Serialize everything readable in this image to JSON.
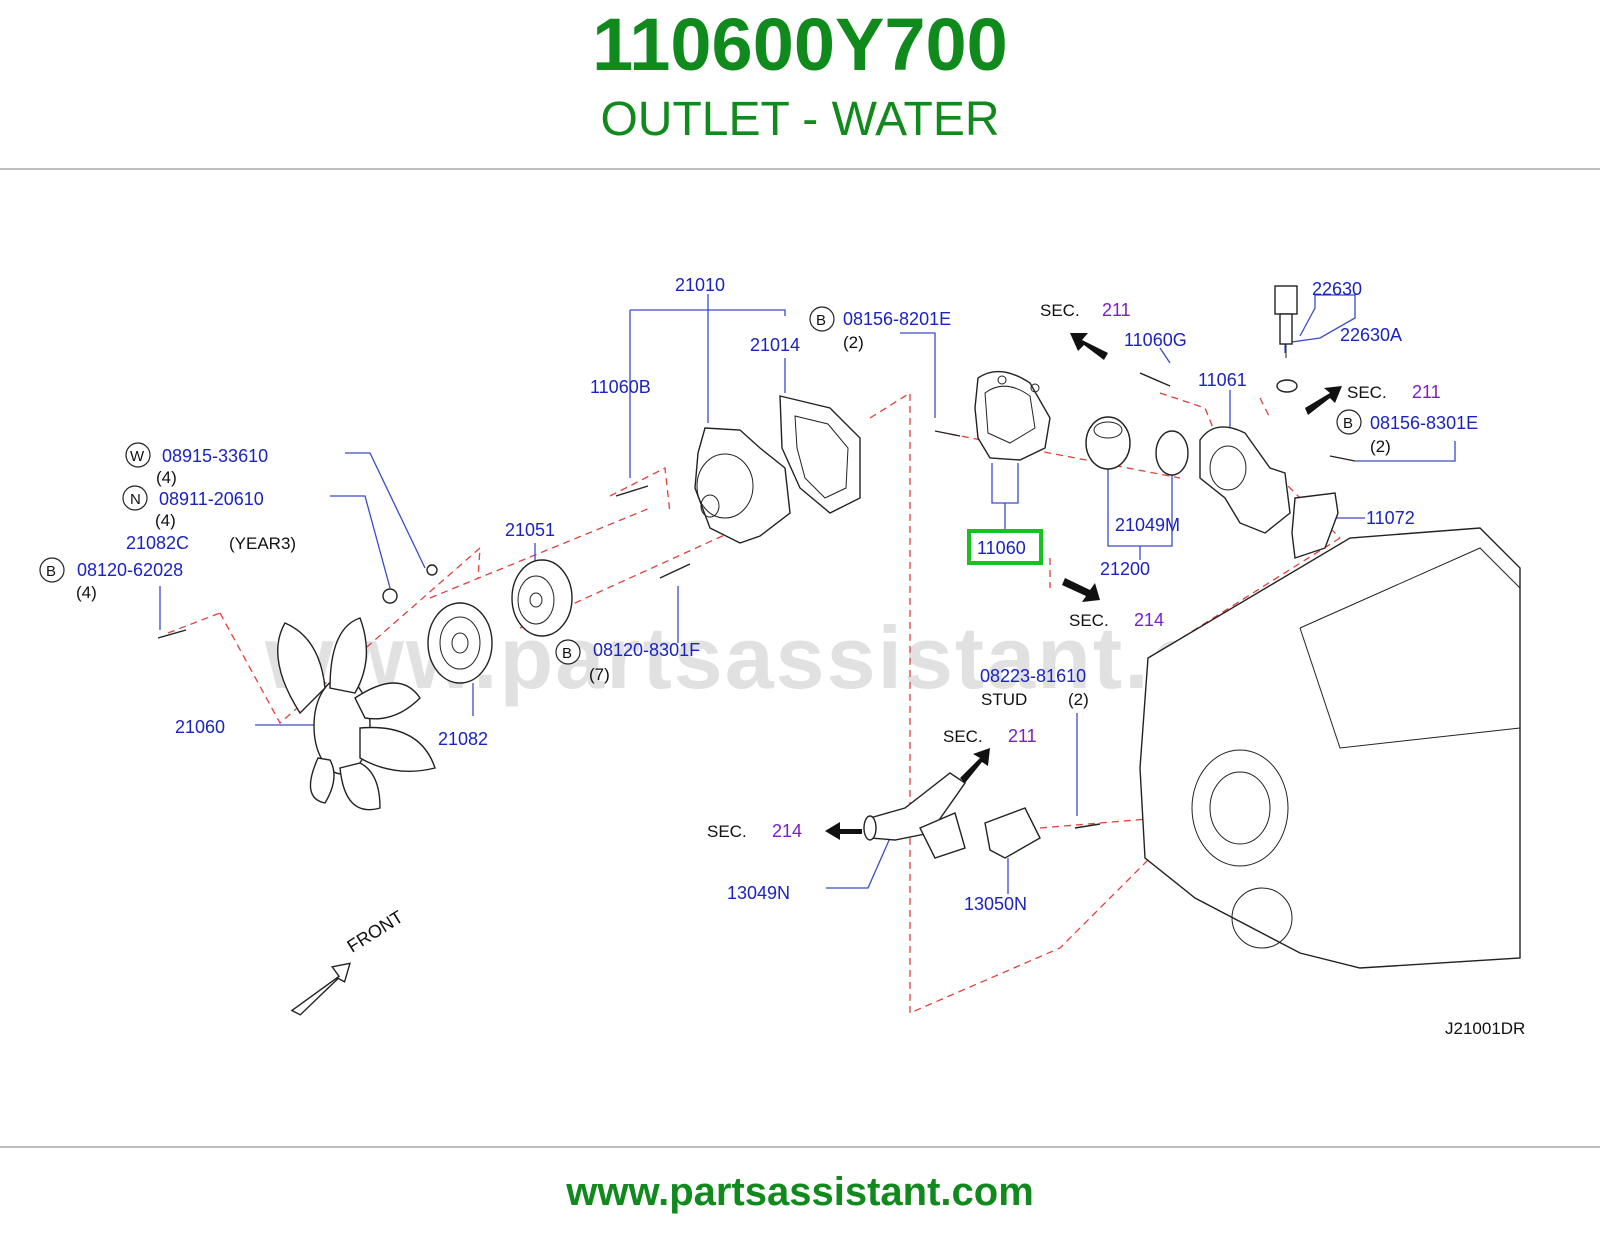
{
  "header": {
    "part_number": "110600Y700",
    "description": "OUTLET - WATER"
  },
  "footer": {
    "site": "www.partsassistant.com"
  },
  "diagram": {
    "watermark": "www.partsassistant.com",
    "figure_code": "J21001DR",
    "front_label": "FRONT",
    "highlight_color": "#16c21e",
    "labels": {
      "p21010": "21010",
      "p21014": "21014",
      "p11060B": "11060B",
      "p08156_8201E": "08156-8201E",
      "q2a": "(2)",
      "sec211a": "SEC.",
      "sec211a_n": "211",
      "p11060G": "11060G",
      "p22630": "22630",
      "p22630A": "22630A",
      "p11061": "11061",
      "sec211b": "SEC.",
      "sec211b_n": "211",
      "p08156_8301E": "08156-8301E",
      "q2b": "(2)",
      "p08915_33610": "08915-33610",
      "q4a": "(4)",
      "p08911_20610": "08911-20610",
      "q4b": "(4)",
      "p21082C": "21082C",
      "year3": "(YEAR3)",
      "p08120_62028": "08120-62028",
      "q4c": "(4)",
      "p21051": "21051",
      "p11060": "11060",
      "p21049M": "21049M",
      "p11072": "11072",
      "p21200": "21200",
      "sec214a": "SEC.",
      "sec214a_n": "214",
      "p08120_8301F": "08120-8301F",
      "q7": "(7)",
      "p08223_81610": "08223-81610",
      "stud": "STUD",
      "q2c": "(2)",
      "p21060": "21060",
      "p21082": "21082",
      "sec211c": "SEC.",
      "sec211c_n": "211",
      "sec214b": "SEC.",
      "sec214b_n": "214",
      "p13049N": "13049N",
      "p13050N": "13050N",
      "circle_b": "B",
      "circle_w": "W",
      "circle_n": "N"
    }
  }
}
